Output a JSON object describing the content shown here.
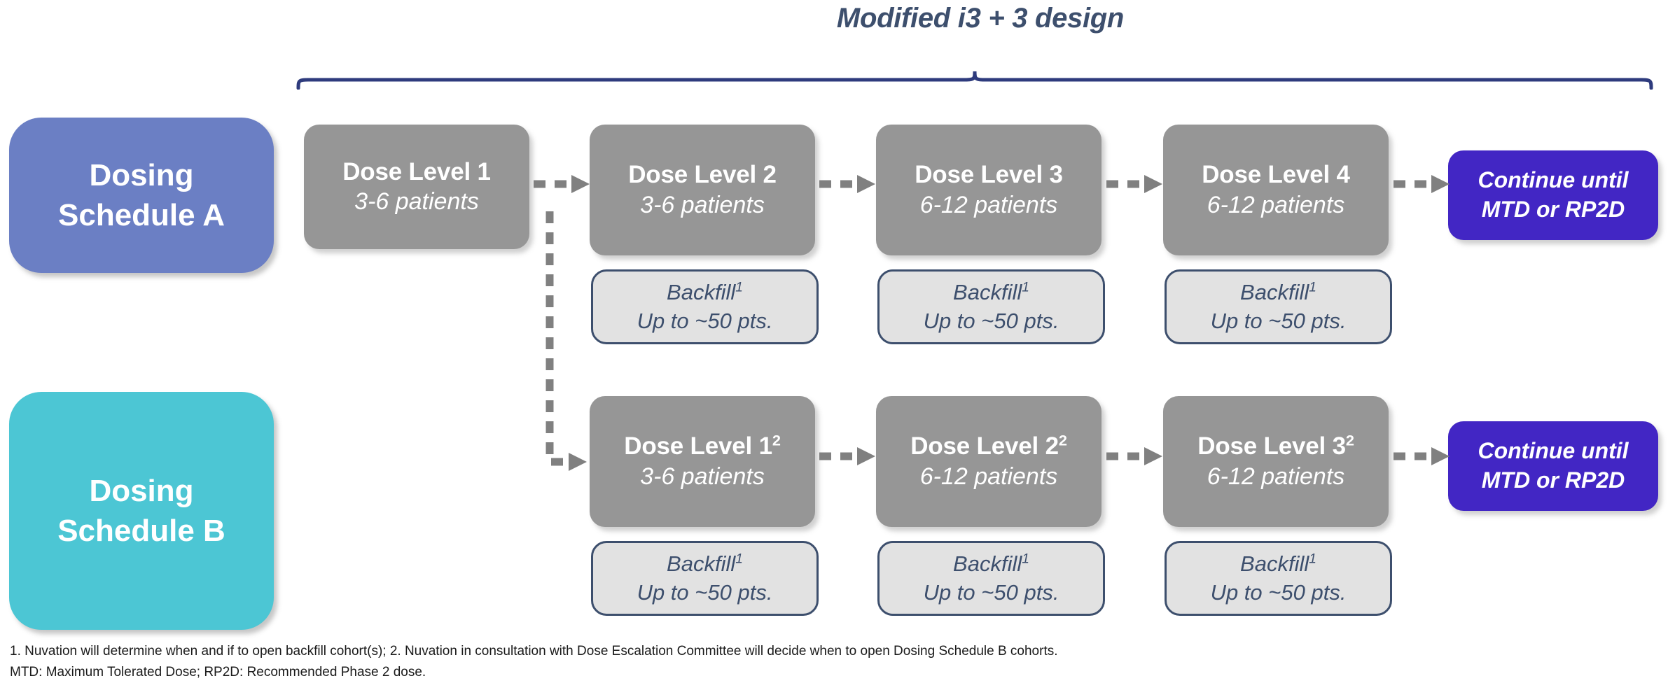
{
  "title": "Modified i3 + 3 design",
  "colors": {
    "schedule_a": "#6b7fc4",
    "schedule_b": "#4cc6d4",
    "dose_box": "#969696",
    "backfill_fill": "#e2e2e2",
    "backfill_border": "#3d4f6d",
    "continue_box": "#4226c4",
    "bracket": "#2e3b7d",
    "arrow": "#808080",
    "title_text": "#3d4f6d"
  },
  "schedules": [
    {
      "id": "a",
      "label_line1": "Dosing",
      "label_line2": "Schedule A",
      "color": "#6b7fc4",
      "doses": [
        {
          "title": "Dose Level 1",
          "superscript": "",
          "patients": "3-6 patients",
          "backfill": null
        },
        {
          "title": "Dose Level 2",
          "superscript": "",
          "patients": "3-6 patients",
          "backfill": {
            "line1": "Backfill",
            "superscript": "1",
            "line2": "Up to ~50 pts."
          }
        },
        {
          "title": "Dose Level 3",
          "superscript": "",
          "patients": "6-12 patients",
          "backfill": {
            "line1": "Backfill",
            "superscript": "1",
            "line2": "Up to ~50 pts."
          }
        },
        {
          "title": "Dose Level 4",
          "superscript": "",
          "patients": "6-12 patients",
          "backfill": {
            "line1": "Backfill",
            "superscript": "1",
            "line2": "Up to ~50 pts."
          }
        }
      ],
      "endpoint": {
        "line1": "Continue until",
        "line2": "MTD or RP2D"
      }
    },
    {
      "id": "b",
      "label_line1": "Dosing",
      "label_line2": "Schedule B",
      "color": "#4cc6d4",
      "doses": [
        {
          "title": "Dose Level 1",
          "superscript": "2",
          "patients": "3-6 patients",
          "backfill": {
            "line1": "Backfill",
            "superscript": "1",
            "line2": "Up to ~50 pts."
          }
        },
        {
          "title": "Dose Level 2",
          "superscript": "2",
          "patients": "6-12 patients",
          "backfill": {
            "line1": "Backfill",
            "superscript": "1",
            "line2": "Up to ~50 pts."
          }
        },
        {
          "title": "Dose Level 3",
          "superscript": "2",
          "patients": "6-12 patients",
          "backfill": {
            "line1": "Backfill",
            "superscript": "1",
            "line2": "Up to ~50 pts."
          }
        }
      ],
      "endpoint": {
        "line1": "Continue until",
        "line2": "MTD or RP2D"
      }
    }
  ],
  "footnotes": [
    "1. Nuvation will determine when and if to open backfill cohort(s); 2. Nuvation in consultation with Dose Escalation Committee will decide when to open Dosing Schedule B cohorts.",
    "MTD: Maximum Tolerated Dose; RP2D: Recommended Phase 2 dose."
  ]
}
